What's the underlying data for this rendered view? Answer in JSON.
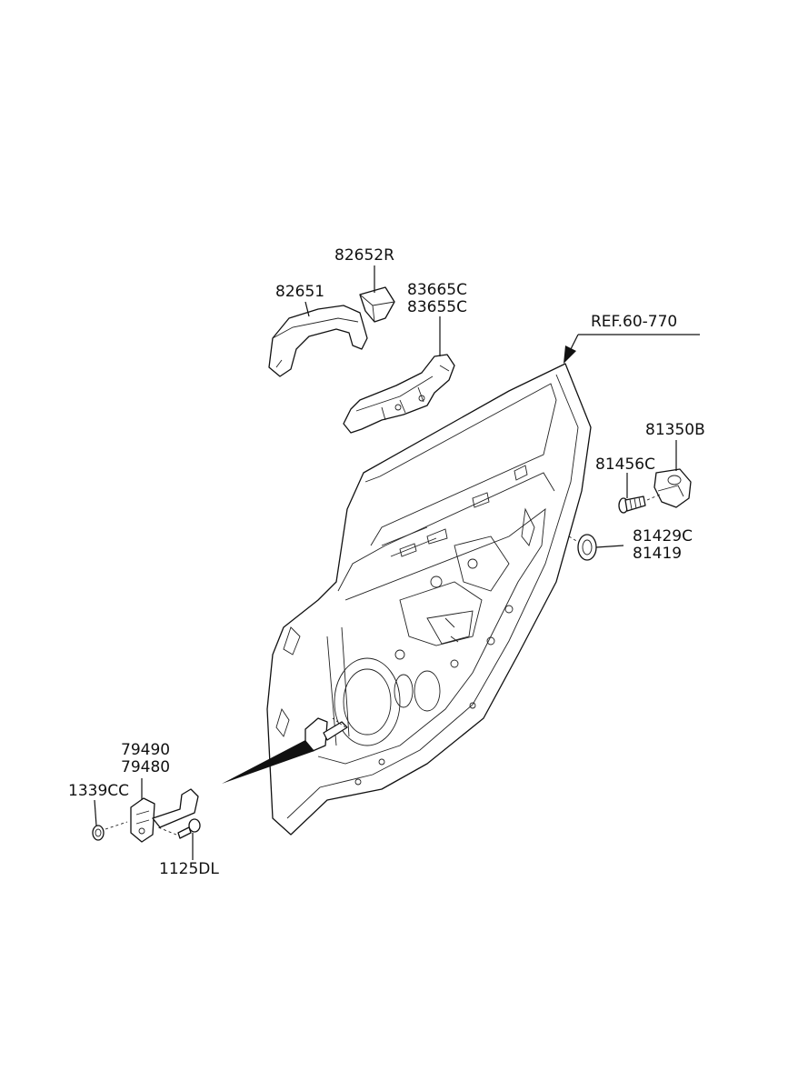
{
  "labels": {
    "p82652R": "82652R",
    "p82651": "82651",
    "p83665C": "83665C",
    "p83655C": "83655C",
    "ref": "REF.60-770",
    "p81350B": "81350B",
    "p81456C": "81456C",
    "p81429C": "81429C",
    "p81419": "81419",
    "p79490": "79490",
    "p79480": "79480",
    "p1339CC": "1339CC",
    "p1125DL": "1125DL"
  }
}
